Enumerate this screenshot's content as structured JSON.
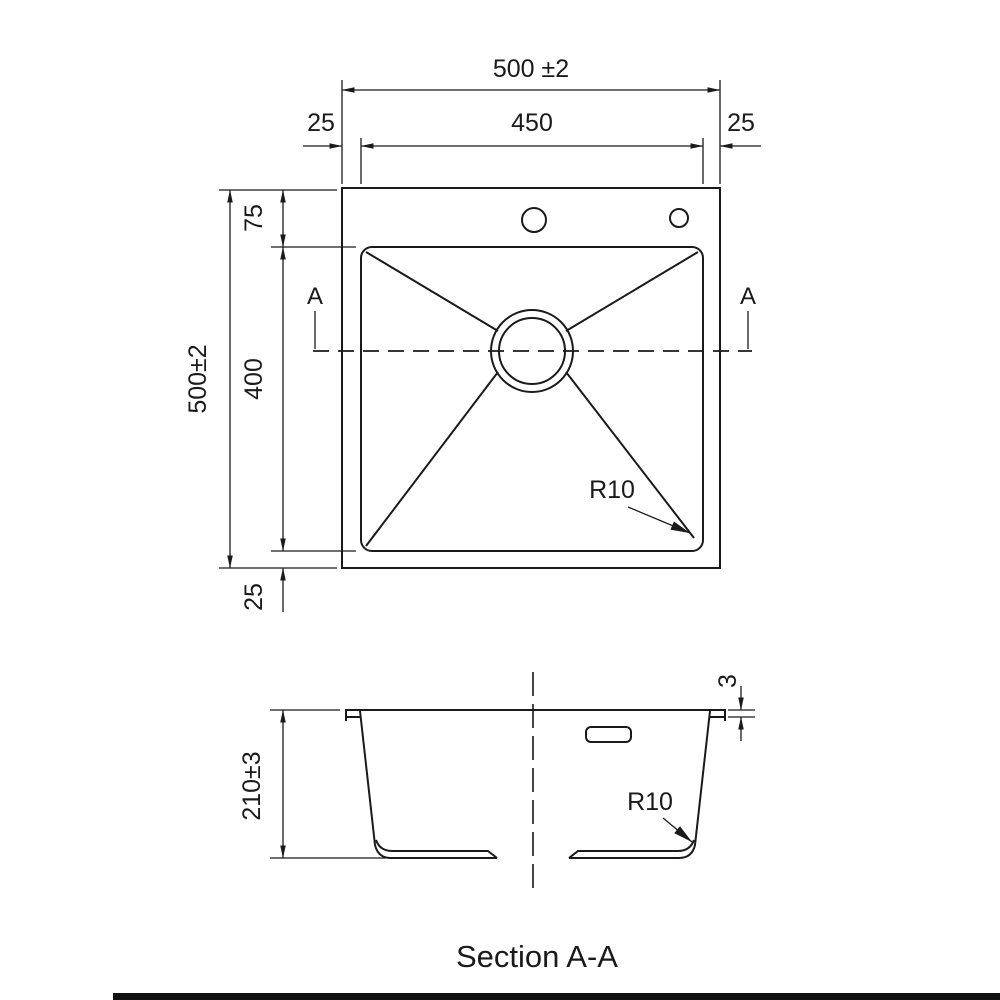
{
  "meta": {
    "background": "#ffffff",
    "ink": "#1a1a1a",
    "drawing_type": "kitchen sink dimensional drawing"
  },
  "top_view": {
    "dims": {
      "overall_width": "500 ±2",
      "left_margin": "25",
      "inner_width": "450",
      "right_margin": "25",
      "overall_height": "500±2",
      "top_margin": "75",
      "bowl_length": "400",
      "bottom_margin": "25"
    },
    "labels": {
      "section_left": "A",
      "section_right": "A",
      "corner_radius": "R10"
    }
  },
  "section_view": {
    "dims": {
      "rim_thickness": "3",
      "depth": "210±3"
    },
    "labels": {
      "corner_radius": "R10"
    },
    "caption": "Section A-A"
  }
}
